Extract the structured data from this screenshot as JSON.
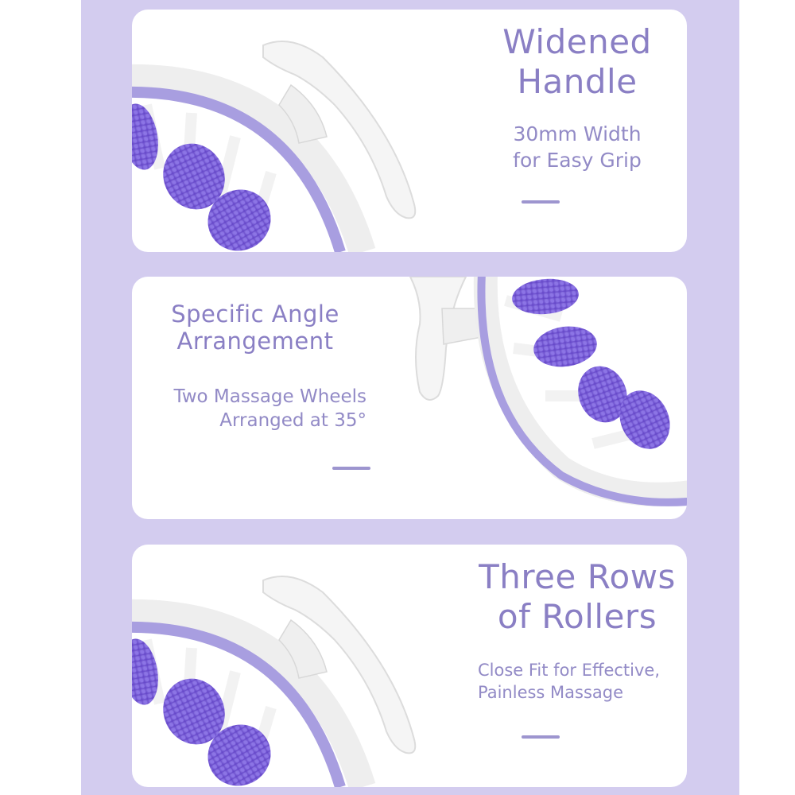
{
  "theme": {
    "frame_color": "#d3ccef",
    "text_color": "#8a7fc4",
    "roller_color": "#7b62d8",
    "ring_color": "#a59be0"
  },
  "panels": [
    {
      "title_line1": "Widened",
      "title_line2": "Handle",
      "sub_line1": "30mm Width",
      "sub_line2": "for Easy Grip"
    },
    {
      "title_line1": "Specific Angle",
      "title_line2": "Arrangement",
      "sub_line1": "Two Massage Wheels",
      "sub_line2": "Arranged at 35°"
    },
    {
      "title_line1": "Three Rows",
      "title_line2": "of Rollers",
      "sub_line1": "Close Fit for Effective,",
      "sub_line2": "Painless Massage"
    }
  ]
}
